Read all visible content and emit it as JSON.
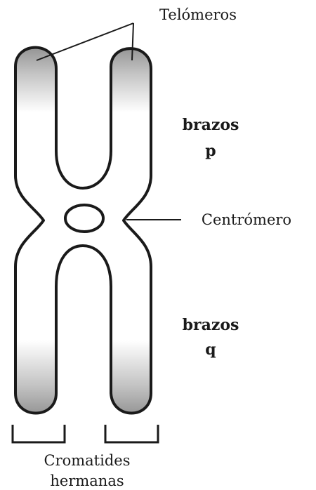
{
  "labels": {
    "telomeres": "Telómeros",
    "centromere": "Centrómero",
    "p_arms_line1": "brazos",
    "p_arms_line2": "p",
    "q_arms_line1": "brazos",
    "q_arms_line2": "q",
    "sister_chromatids_line1": "Cromatides",
    "sister_chromatids_line2": "hermanas"
  },
  "colors": {
    "outline": "#1a1a1a",
    "telomere_shade": "#8a8a8a",
    "background": "#ffffff"
  }
}
